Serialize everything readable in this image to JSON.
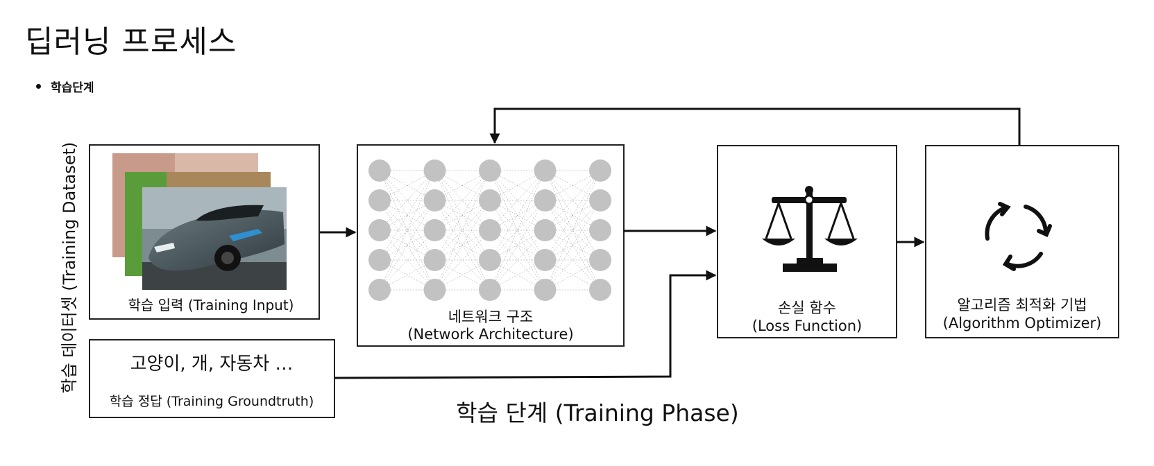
{
  "page": {
    "title": "딥러닝 프로세스",
    "bullet": "학습단계"
  },
  "diagram": {
    "side_label": "학습 데이터셋 (Training Dataset)",
    "input": {
      "label": "학습 입력 (Training Input)"
    },
    "groundtruth": {
      "examples": "고양이, 개, 자동차 …",
      "label": "학습 정답 (Training Groundtruth)"
    },
    "network": {
      "label_ko": "네트워크 구조",
      "label_en": "(Network Architecture)",
      "layers": 5,
      "nodes_per_layer": 5
    },
    "loss": {
      "label_ko": "손실 함수",
      "label_en": "(Loss Function)",
      "icon": "scale-icon"
    },
    "optimizer": {
      "label_ko": "알고리즘 최적화 기법",
      "label_en": "(Algorithm Optimizer)",
      "icon": "refresh-cycle-icon"
    },
    "phase_caption": "학습 단계 (Training Phase)"
  },
  "colors": {
    "node": "#c2c2c2",
    "line": "#111111"
  }
}
